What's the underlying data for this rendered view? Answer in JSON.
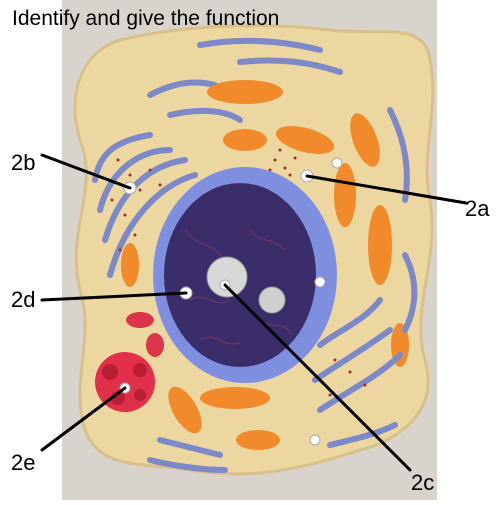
{
  "title": "Identify and give the function",
  "labels": {
    "l2a": "2a",
    "l2b": "2b",
    "l2c": "2c",
    "l2d": "2d",
    "l2e": "2e"
  },
  "colors": {
    "cytoplasm": "#ecd7a0",
    "membrane_edge": "#d8c08a",
    "mitochondria": "#f08a2a",
    "er": "#7c88c8",
    "nucleus_envelope": "#7f8fe0",
    "nucleoplasm": "#3a2d6a",
    "nucleolus": "#d8d8d8",
    "centriole": "#d9364a",
    "pointer": "#000000"
  }
}
